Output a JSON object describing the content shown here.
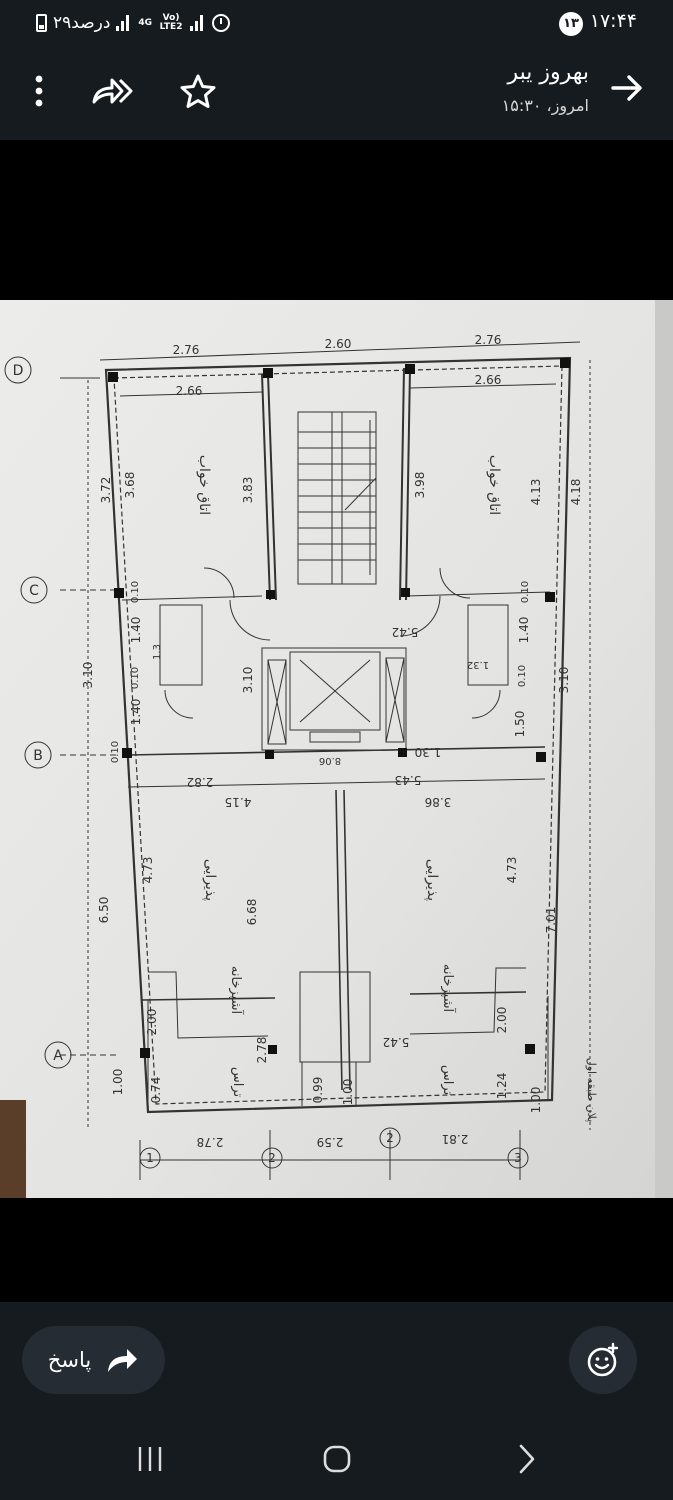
{
  "status_bar": {
    "time": "۱۷:۴۴",
    "notification_count": "۱۳",
    "battery": "۲۹درصد",
    "network_top": "4G",
    "network_sub": "Vo) LTE2"
  },
  "header": {
    "sender_name": "بهروز یبر",
    "date": "امروز، ۱۵:۳۰"
  },
  "plan": {
    "top_dims": [
      "2.76",
      "2.60",
      "2.76"
    ],
    "inner_top": [
      "2.66",
      "2.66"
    ],
    "grid_letters": [
      "D",
      "C",
      "B",
      "A"
    ],
    "grid_numbers": [
      "1",
      "2",
      "2",
      "3"
    ],
    "dim_372": "3.72",
    "dim_310": "3.10",
    "dim_650": "6.50",
    "dim_368": "3.68",
    "dim_383": "3.83",
    "dim_398": "3.98",
    "dim_413": "4.13",
    "dim_418": "4.18",
    "dim_310b": "3.10",
    "dim_310c": "3.10",
    "dim_542a": "5.42",
    "dim_542b": "5.42",
    "dim_140a": "1.40",
    "dim_140b": "1.40",
    "dim_010a": "0.10",
    "dim_010b": "0.10",
    "dim_010c": "0.10",
    "dim_010d": "0.10",
    "dim_010e": "0.10",
    "dim_010f": "0.10",
    "dim_130a": "1.3",
    "dim_132": "1.32",
    "dim_150": "1.50",
    "dim_130b": "1.30",
    "dim_806": "8.06",
    "dim_282": "2.82",
    "dim_415": "4.15",
    "dim_543": "5.43",
    "dim_386": "3.86",
    "dim_473a": "4.73",
    "dim_473b": "4.73",
    "dim_668": "6.68",
    "dim_701": "7.01",
    "dim_200a": "2.00",
    "dim_200b": "2.00",
    "dim_278a": "2.78",
    "dim_278b": "2.78",
    "dim_100a": "1.00",
    "dim_100b": "1.00",
    "dim_100c": "1.00",
    "dim_074": "0.74",
    "dim_099": "0.99",
    "dim_124": "1.24",
    "dim_259": "2.59",
    "dim_281": "2.81",
    "room_bedroom": "اتاق خواب",
    "room_reception": "پذیرایی",
    "room_kitchen": "آشپزخانه",
    "room_terrace": "تراس",
    "plan_title": "پلان طبقه اول"
  },
  "bottom_bar": {
    "reply_label": "پاسخ"
  },
  "colors": {
    "bar_bg": "#161b20",
    "button_bg": "#262c33",
    "paper": "#e6e6e4",
    "ink": "#333333"
  }
}
